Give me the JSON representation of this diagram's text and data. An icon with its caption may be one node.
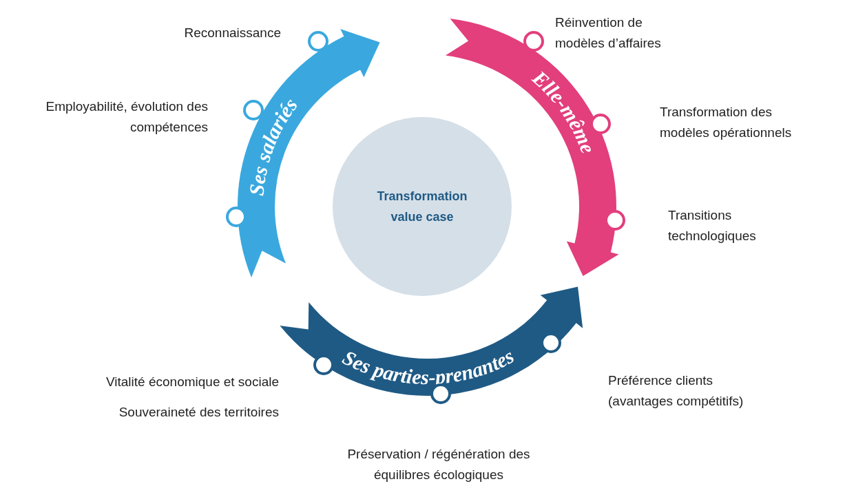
{
  "diagram": {
    "nodes": [
      {
        "text": [
          "Transformation value case"
        ]
      },
      {
        "text": [
          "Ses salariés"
        ]
      },
      {
        "text": [
          "Elle-même"
        ]
      },
      {
        "text": [
          "Ses parties-prenantes"
        ]
      }
    ],
    "labels": [
      "Reconnaissance",
      "Réinvention de modèles d’affaires",
      "Employabilité, évolution des compétences",
      "Transformation des modèles opérationnels",
      "Transitions technologiques",
      "Vitalité économique et sociale",
      "Souveraineté des territoires",
      "Préférence clients (avantages compétitifs)",
      "Préservation / régénération des équilibres écologiques"
    ]
  }
}
